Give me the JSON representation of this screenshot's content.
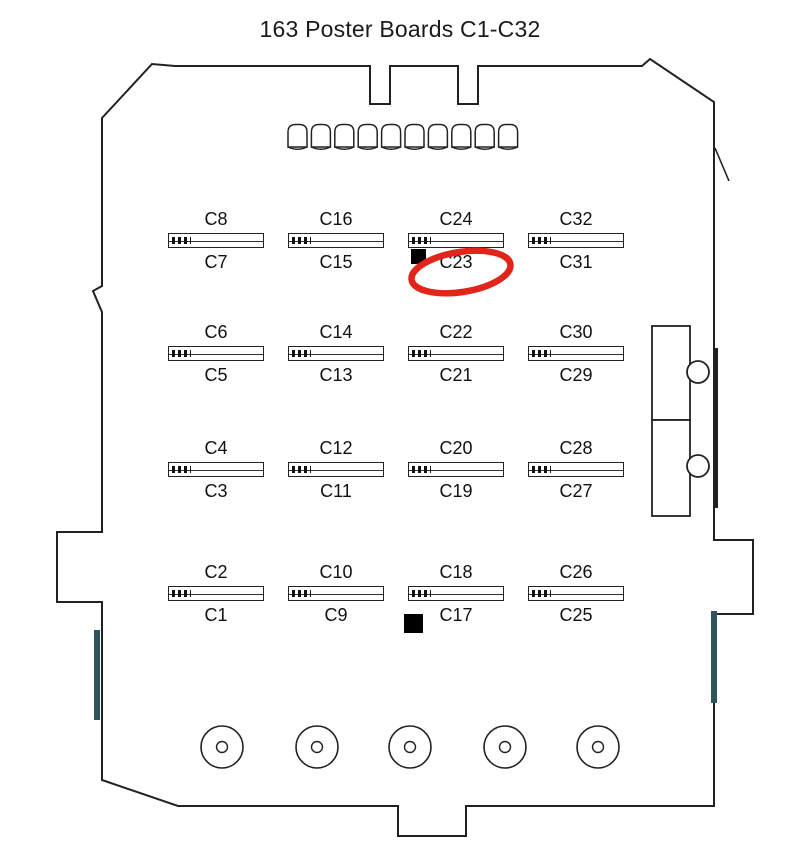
{
  "title": "163 Poster Boards C1-C32",
  "boards": [
    {
      "top": "C8",
      "bottom": "C7"
    },
    {
      "top": "C16",
      "bottom": "C15"
    },
    {
      "top": "C24",
      "bottom": "C23"
    },
    {
      "top": "C32",
      "bottom": "C31"
    },
    {
      "top": "C6",
      "bottom": "C5"
    },
    {
      "top": "C14",
      "bottom": "C13"
    },
    {
      "top": "C22",
      "bottom": "C21"
    },
    {
      "top": "C30",
      "bottom": "C29"
    },
    {
      "top": "C4",
      "bottom": "C3"
    },
    {
      "top": "C12",
      "bottom": "C11"
    },
    {
      "top": "C20",
      "bottom": "C19"
    },
    {
      "top": "C28",
      "bottom": "C27"
    },
    {
      "top": "C2",
      "bottom": "C1"
    },
    {
      "top": "C10",
      "bottom": "C9"
    },
    {
      "top": "C18",
      "bottom": "C17"
    },
    {
      "top": "C26",
      "bottom": "C25"
    }
  ],
  "annotation": {
    "shape": "ellipse",
    "target": "C23",
    "color": "#e1251b"
  },
  "colors": {
    "wall": "#222222",
    "accent": "#2f555c",
    "marker": "#000000"
  },
  "furniture": {
    "chair_count": 10,
    "table_count": 5
  }
}
